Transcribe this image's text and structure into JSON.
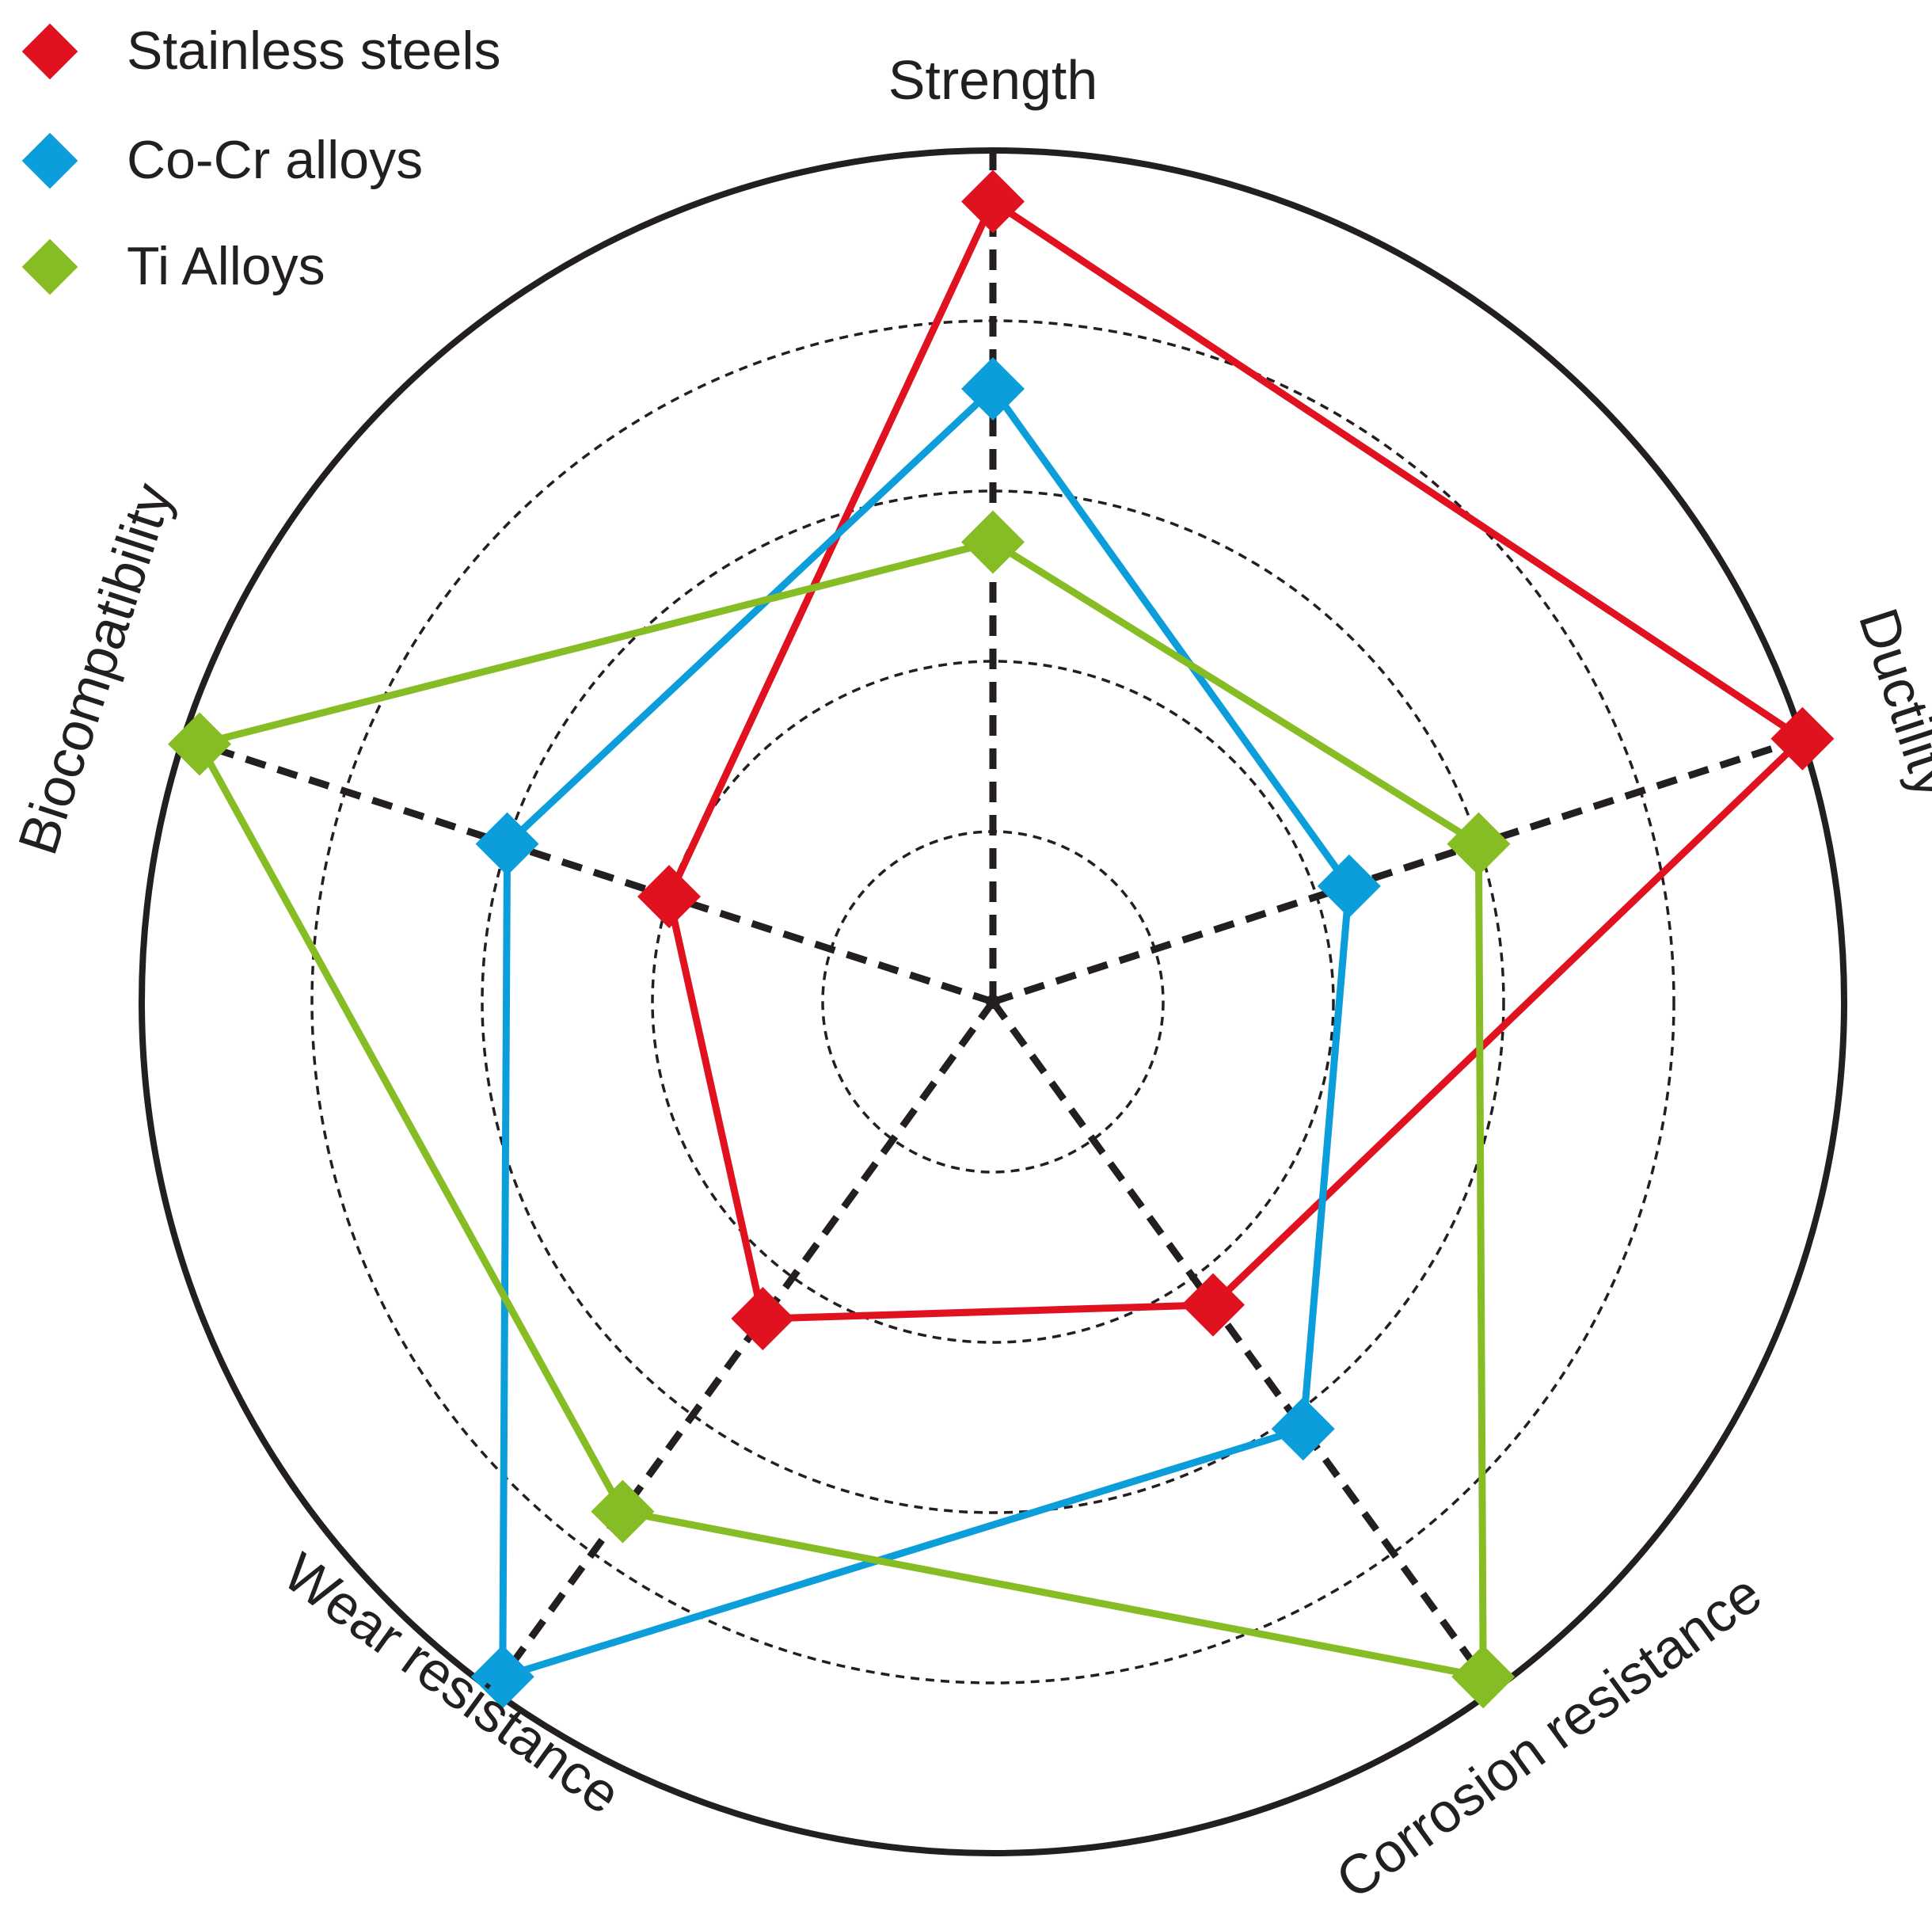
{
  "chart_data": {
    "type": "radar",
    "axes": [
      "Strength",
      "Ductility",
      "Corrosion resistance",
      "Wear resistance",
      "Biocompatibility"
    ],
    "rlim": [
      0,
      5
    ],
    "rings": [
      1,
      2,
      3,
      4,
      5
    ],
    "grid": true,
    "legend_position": "top-left",
    "series": [
      {
        "name": "Stainless steels",
        "color": "#e0121f",
        "values": [
          4.7,
          5.0,
          2.2,
          2.3,
          2.0
        ]
      },
      {
        "name": "Co-Cr alloys",
        "color": "#0c9ddb",
        "values": [
          3.6,
          2.2,
          3.1,
          4.9,
          3.0
        ]
      },
      {
        "name": "Ti Alloys",
        "color": "#86bd24",
        "values": [
          2.7,
          3.0,
          4.9,
          3.7,
          4.9
        ]
      }
    ]
  }
}
